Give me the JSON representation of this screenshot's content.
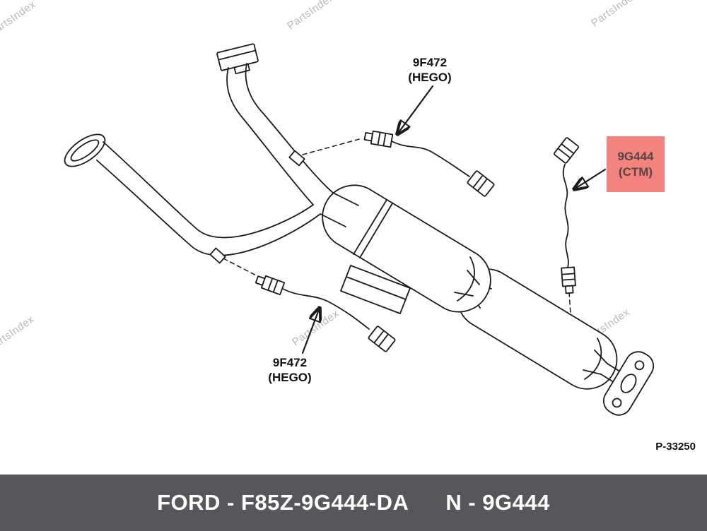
{
  "watermark": {
    "text": "PartsIndex"
  },
  "diagram": {
    "labels": {
      "hego_top": {
        "line1": "9F472",
        "line2": "(HEGO)"
      },
      "hego_bottom": {
        "line1": "9F472",
        "line2": "(HEGO)"
      },
      "ctm": {
        "line1": "9G444",
        "line2": "(CTM)"
      }
    },
    "plate_number": "P-33250",
    "highlight_color": "#f2837e",
    "line_color": "#1b1b1b"
  },
  "footer": {
    "oem_label": "FORD - F85Z-9G444-DA",
    "number_label": "N - 9G444",
    "background_color": "#56575b",
    "text_color": "#ffffff"
  }
}
